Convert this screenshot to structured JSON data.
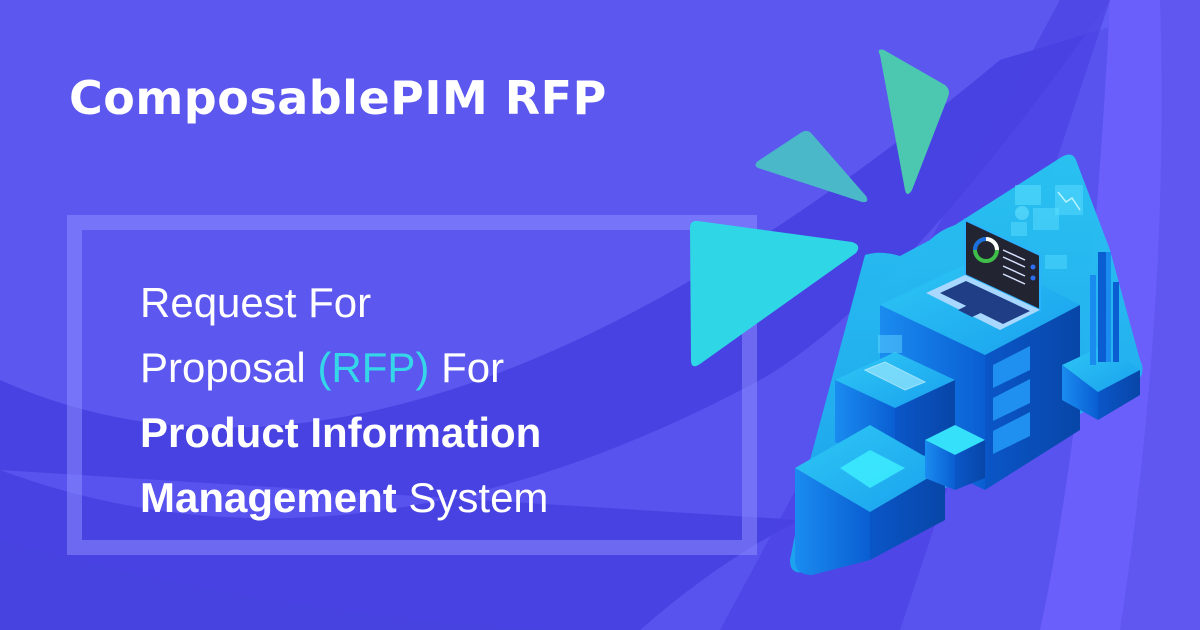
{
  "header": {
    "title": "ComposablePIM RFP"
  },
  "headline": {
    "line1": "Request For",
    "line2_part1": "Proposal ",
    "line2_accent": "(RFP)",
    "line2_part2": " For",
    "line3_bold": "Product Information",
    "line4_bold": "Management",
    "line4_light": " System"
  },
  "colors": {
    "background": "#5b57ef",
    "accent_text": "#35d6e8",
    "teal_triangle": "#4ec9b0",
    "cyan_triangle": "#2ed6e6",
    "box_border": "#8080ff"
  },
  "illustration": {
    "icon": "isometric-server-laptop-illustration"
  }
}
